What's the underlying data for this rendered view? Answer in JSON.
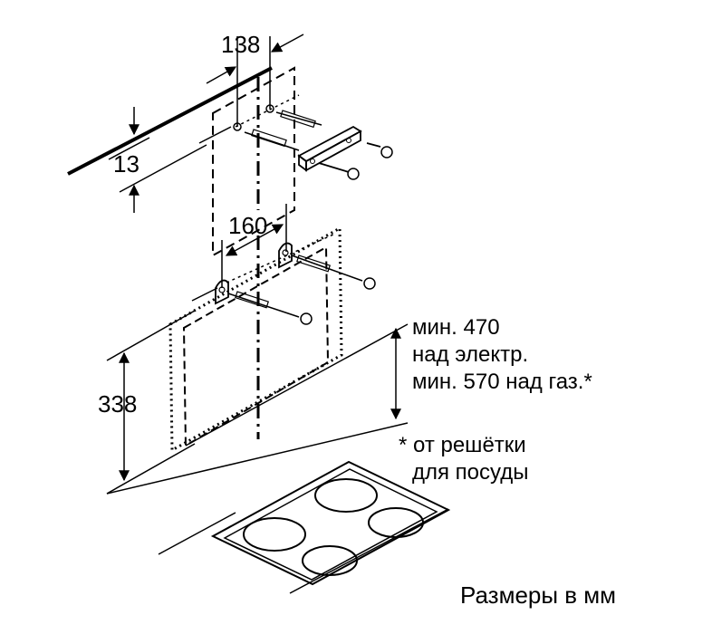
{
  "dimensions": {
    "top_spacing": "138",
    "bracket_offset": "13",
    "lower_spacing": "160",
    "height": "338"
  },
  "notes": {
    "min_electric_line1": "мин. 470",
    "min_electric_line2": "над электр.",
    "min_gas": "мин. 570 над газ.*",
    "footnote_line1": "* от решётки",
    "footnote_line2": "для посуды",
    "units": "Размеры в мм"
  }
}
